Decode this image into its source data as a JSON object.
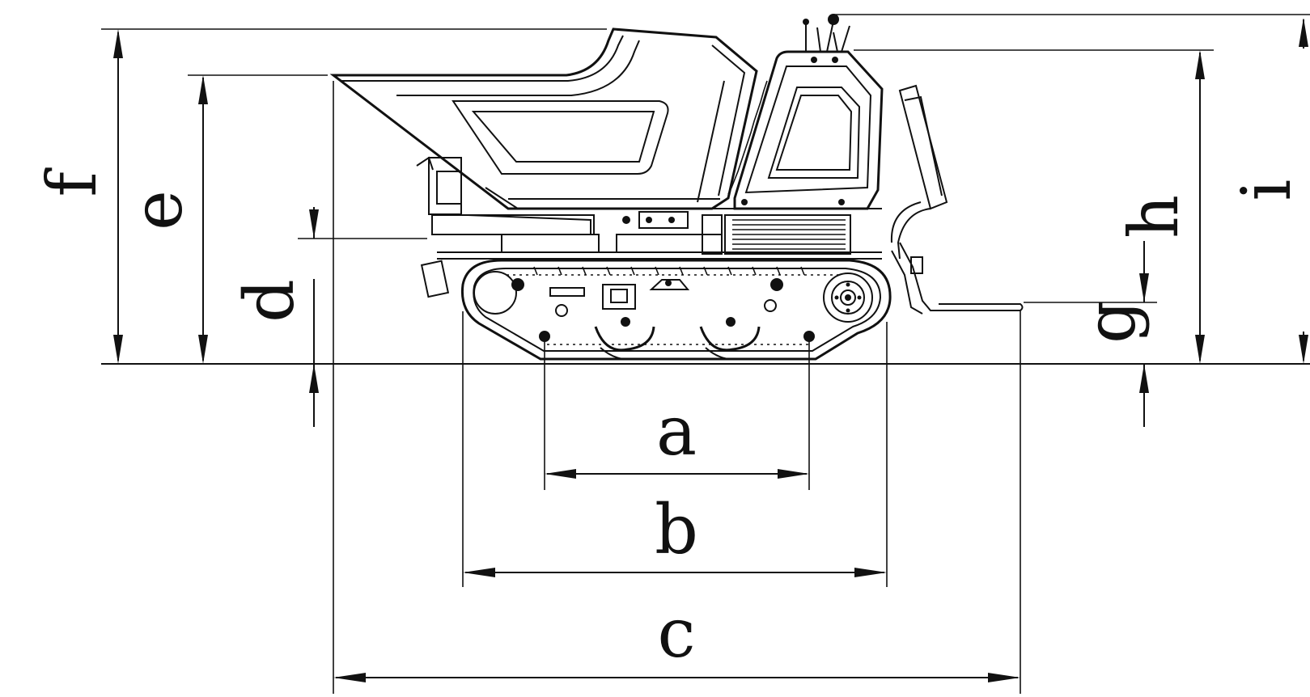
{
  "diagram": {
    "subject": "tracked-mini-dumper-side-view",
    "colors": {
      "line": "#111111",
      "background": "#ffffff"
    },
    "dimensions": {
      "a": "a",
      "b": "b",
      "c": "c",
      "d": "d",
      "e": "e",
      "f": "f",
      "g": "g",
      "h": "h",
      "i": "i"
    }
  }
}
